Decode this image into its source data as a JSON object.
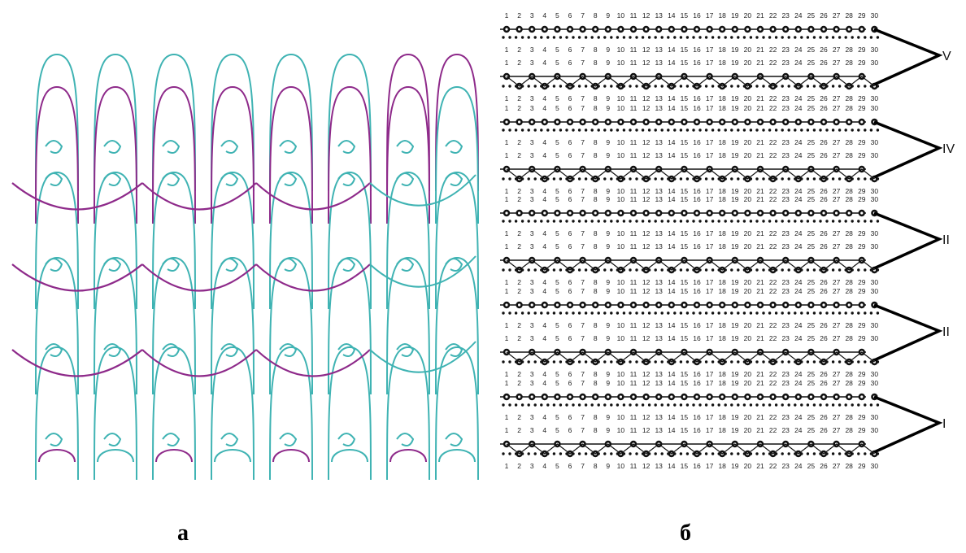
{
  "captions": {
    "a": "а",
    "b": "б"
  },
  "panel_a": {
    "colors": {
      "cyan": "#3fb3b3",
      "purple": "#8e2a8a"
    },
    "wales": 8,
    "courses": 4
  },
  "panel_b": {
    "needle_numbers": [
      "1",
      "2",
      "3",
      "4",
      "5",
      "6",
      "7",
      "8",
      "9",
      "10",
      "11",
      "12",
      "13",
      "14",
      "15",
      "16",
      "17",
      "18",
      "19",
      "20",
      "21",
      "22",
      "23",
      "24",
      "25",
      "26",
      "27",
      "28",
      "29",
      "30"
    ],
    "groups": [
      "V",
      "IV",
      "II",
      "II",
      "I"
    ]
  }
}
